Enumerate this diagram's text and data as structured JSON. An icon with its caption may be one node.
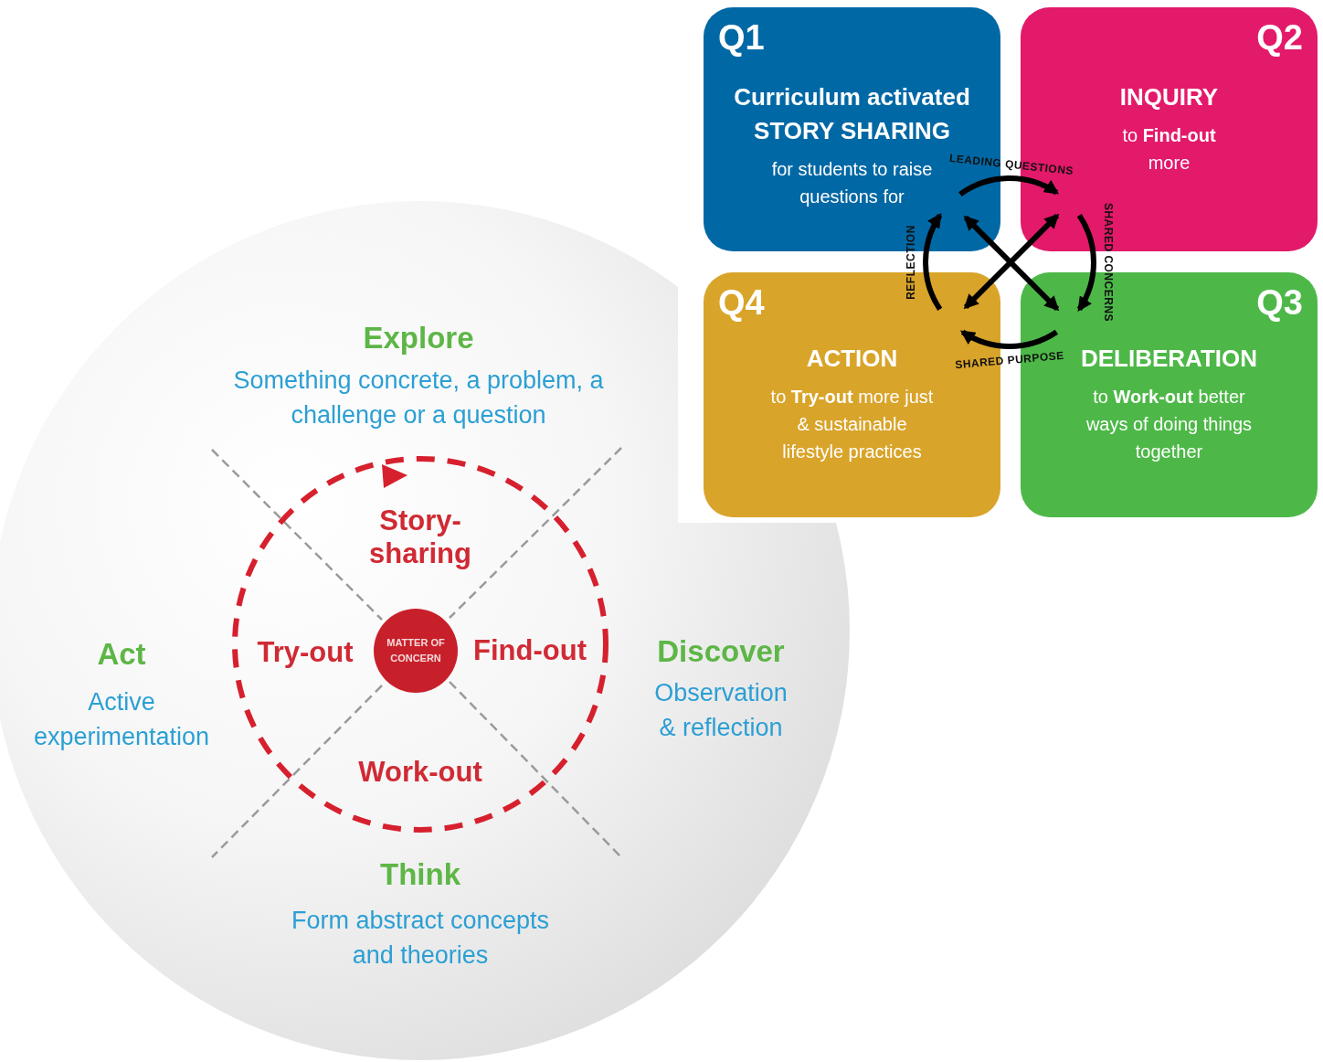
{
  "diagram": {
    "nodes": [
      {
        "text": [
          "Q1",
          "Curriculum activated STORY SHARING",
          "for students to raise questions for"
        ]
      },
      {
        "text": [
          "Q2",
          "INQUIRY",
          "to **Find-out** more"
        ]
      },
      {
        "text": [
          "Q3",
          "DELIBERATION",
          "to **Work-out** better ways of doing things together"
        ]
      },
      {
        "text": [
          "Q4",
          "ACTION",
          "to **Try-out** more just & sustainable lifestyle practices"
        ]
      },
      {
        "text": [
          "MATTER OF CONCERN"
        ]
      }
    ],
    "edges": [
      {
        "from": 0,
        "to": 1,
        "arrow": "to",
        "label": "LEADING QUESTIONS"
      },
      {
        "from": 1,
        "to": 2,
        "arrow": "to",
        "label": "SHARED CONCERNS"
      },
      {
        "from": 2,
        "to": 3,
        "arrow": "to",
        "label": "SHARED PURPOSE"
      },
      {
        "from": 3,
        "to": 0,
        "arrow": "to",
        "label": "REFLECTION"
      },
      {
        "from": 0,
        "to": 2,
        "arrow": "both"
      },
      {
        "from": 1,
        "to": 3,
        "arrow": "both"
      }
    ],
    "labels": [
      "Explore",
      "Something concrete, a problem, a challenge or a question",
      "Story-sharing",
      "Act",
      "Active experimentation",
      "Try-out",
      "Find-out",
      "Discover",
      "Observation & reflection",
      "Work-out",
      "Think",
      "Form abstract concepts and theories"
    ]
  }
}
